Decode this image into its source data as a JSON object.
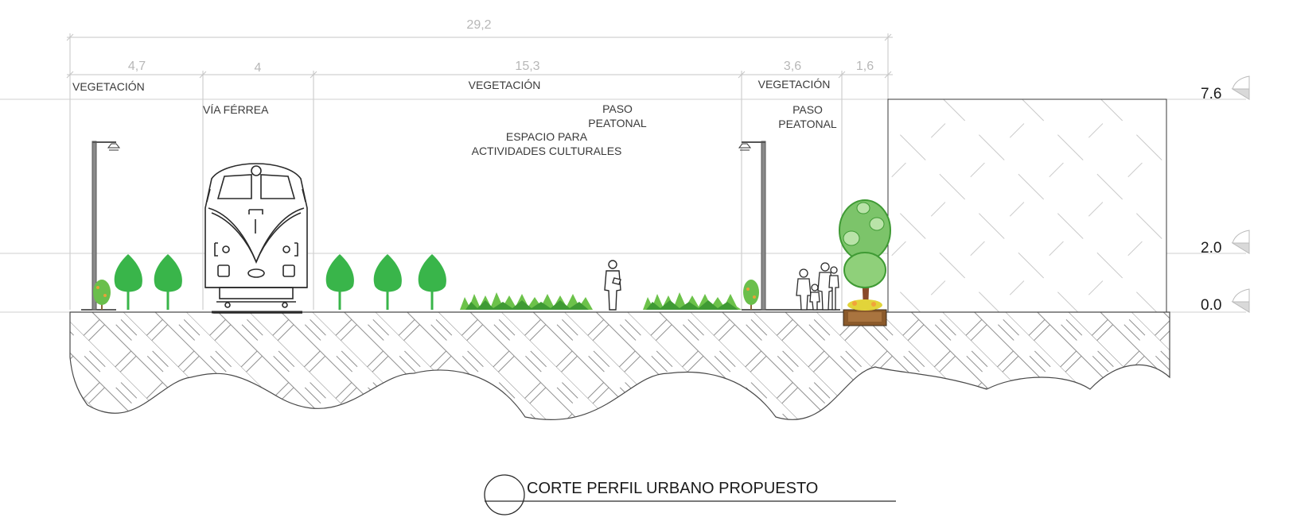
{
  "dimensions": {
    "total": "29,2",
    "seg1": "4,7",
    "seg2": "4",
    "seg3": "15,3",
    "seg4": "3,6",
    "seg5": "1,6"
  },
  "labels": {
    "veg1": "VEGETACIÓN",
    "via_ferrea": "VÍA FÉRREA",
    "veg2": "VEGETACIÓN",
    "paso1_line1": "PASO",
    "paso1_line2": "PEATONAL",
    "espacio_line1": "ESPACIO PARA",
    "espacio_line2": "ACTIVIDADES CULTURALES",
    "veg3": "VEGETACIÓN",
    "paso2_line1": "PASO",
    "paso2_line2": "PEATONAL"
  },
  "levels": {
    "top": "7.6",
    "mid": "2.0",
    "ground": "0.0"
  },
  "title": "CORTE PERFIL URBANO PROPUESTO",
  "colors": {
    "tree": "#39b54a",
    "shrub": "#5fbf3a",
    "trunk": "#8a6a3a",
    "line": "#bdbdbd",
    "ink": "#2a2a2a",
    "planter": "#8b5a2b"
  }
}
